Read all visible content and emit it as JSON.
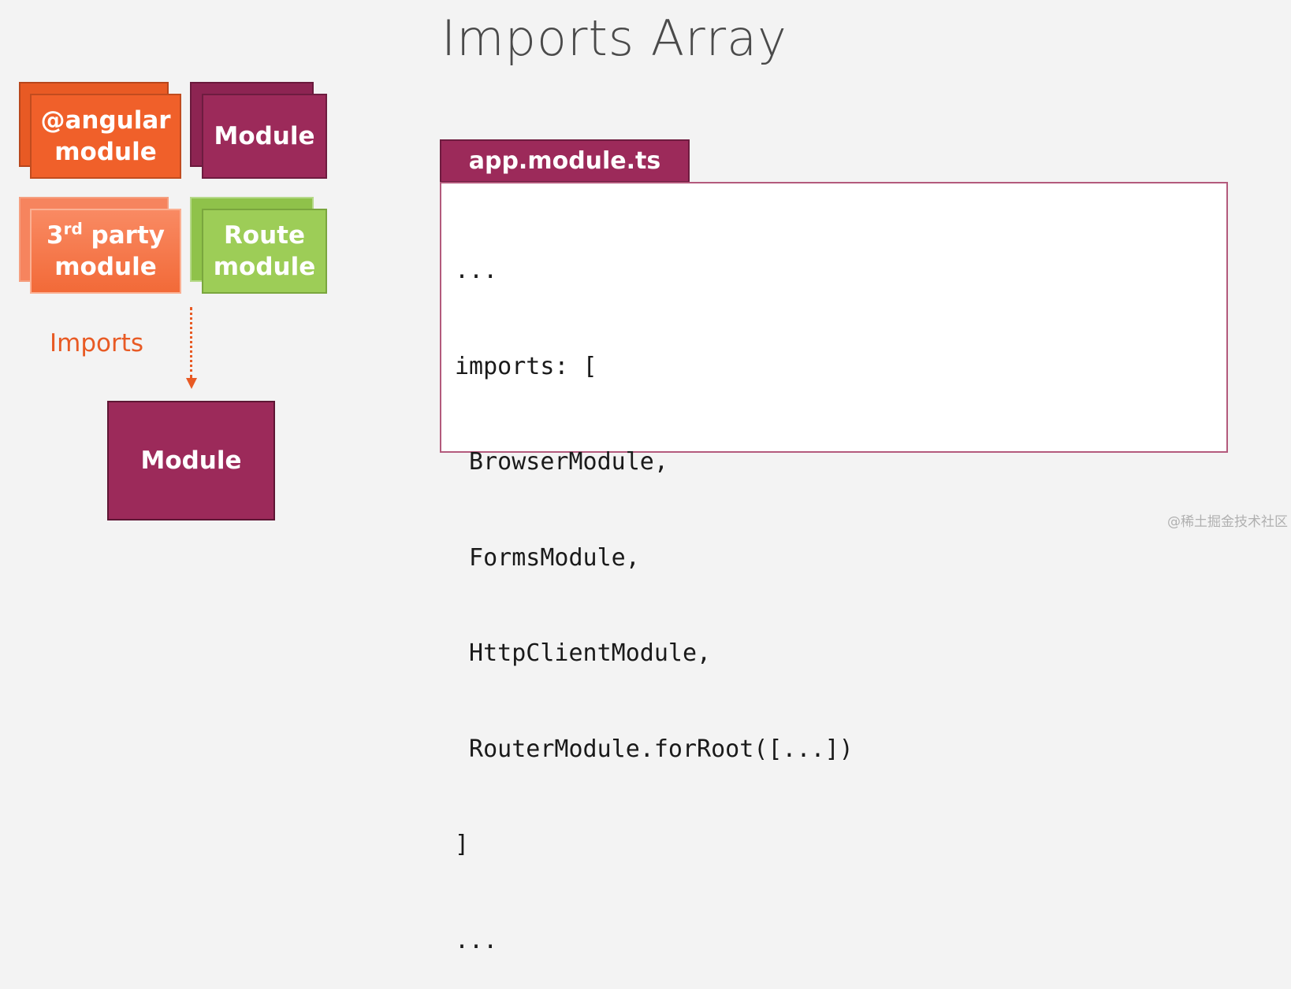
{
  "title": "Imports Array",
  "cards": {
    "angular_line1": "@angular",
    "angular_line2": "module",
    "module": "Module",
    "third_party_line1_base": "3",
    "third_party_line1_sup": "rd",
    "third_party_line1_rest": " party",
    "third_party_line2": "module",
    "route_line1": "Route",
    "route_line2": "module"
  },
  "arrow_label": "Imports",
  "target_module": "Module",
  "file_tab": "app.module.ts",
  "code_lines": [
    "...",
    "imports: [",
    " BrowserModule,",
    " FormsModule,",
    " HttpClientModule,",
    " RouterModule.forRoot([...])",
    "]",
    "..."
  ],
  "watermark": "@稀土掘金技术社区",
  "colors": {
    "orange": "#f0602a",
    "purple": "#9c2a5a",
    "green": "#9dcd57",
    "light_orange": "#f98a63"
  }
}
